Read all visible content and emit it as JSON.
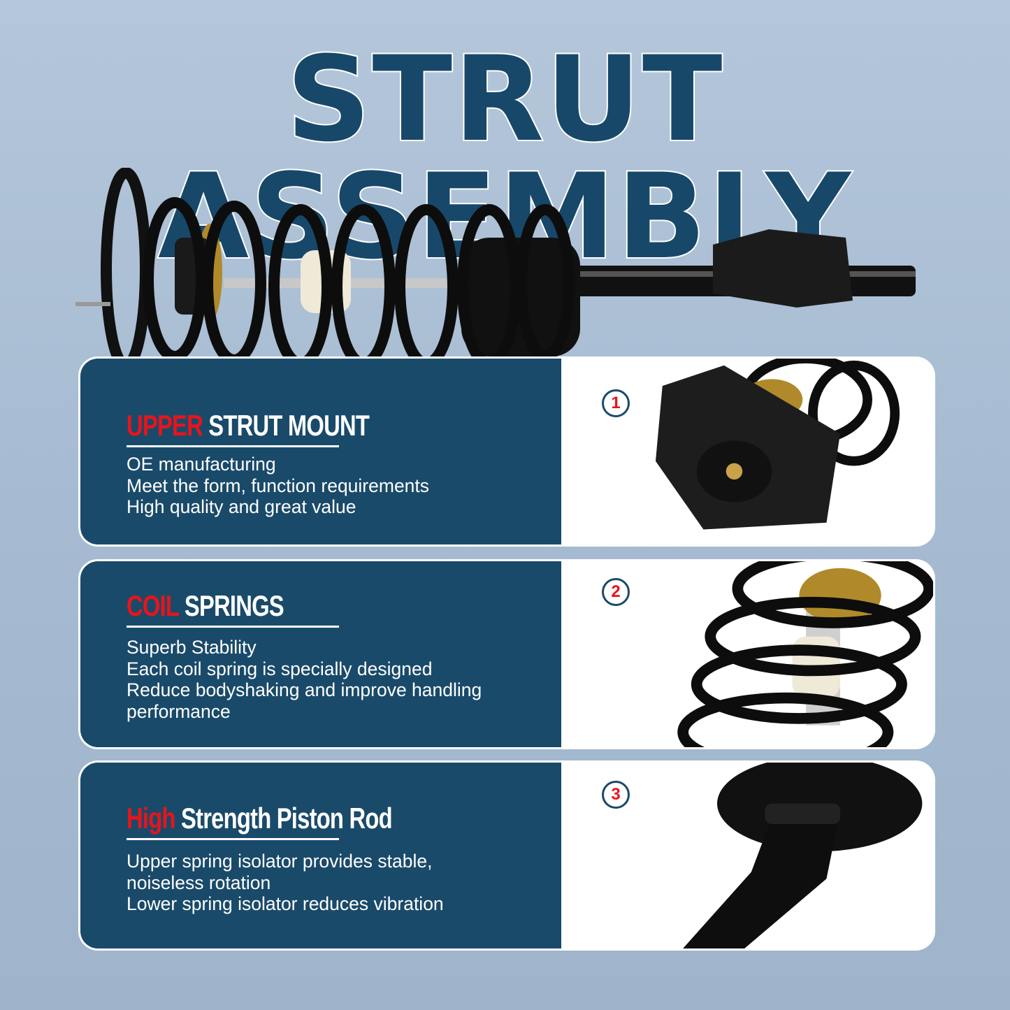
{
  "title": "STRUT ASSEMBLY",
  "panels": [
    {
      "number": "1",
      "heading_accent": "UPPER",
      "heading_rest": "STRUT MOUNT",
      "lines": [
        "OE manufacturing",
        "Meet the form, function requirements",
        "High quality and great value"
      ]
    },
    {
      "number": "2",
      "heading_accent": "COIL",
      "heading_rest": "SPRINGS",
      "lines": [
        "Superb Stability",
        "Each coil spring is specially designed",
        "Reduce bodyshaking and improve handling",
        "performance"
      ]
    },
    {
      "number": "3",
      "heading_accent": "High",
      "heading_rest": "Strength Piston Rod",
      "lines": [
        "Upper spring isolator provides stable,",
        "noiseless rotation",
        "Lower spring isolator reduces vibration"
      ]
    }
  ],
  "colors": {
    "brand_blue": "#1a4a6a",
    "accent_red": "#e8141b",
    "background": "#a9bdd2"
  }
}
